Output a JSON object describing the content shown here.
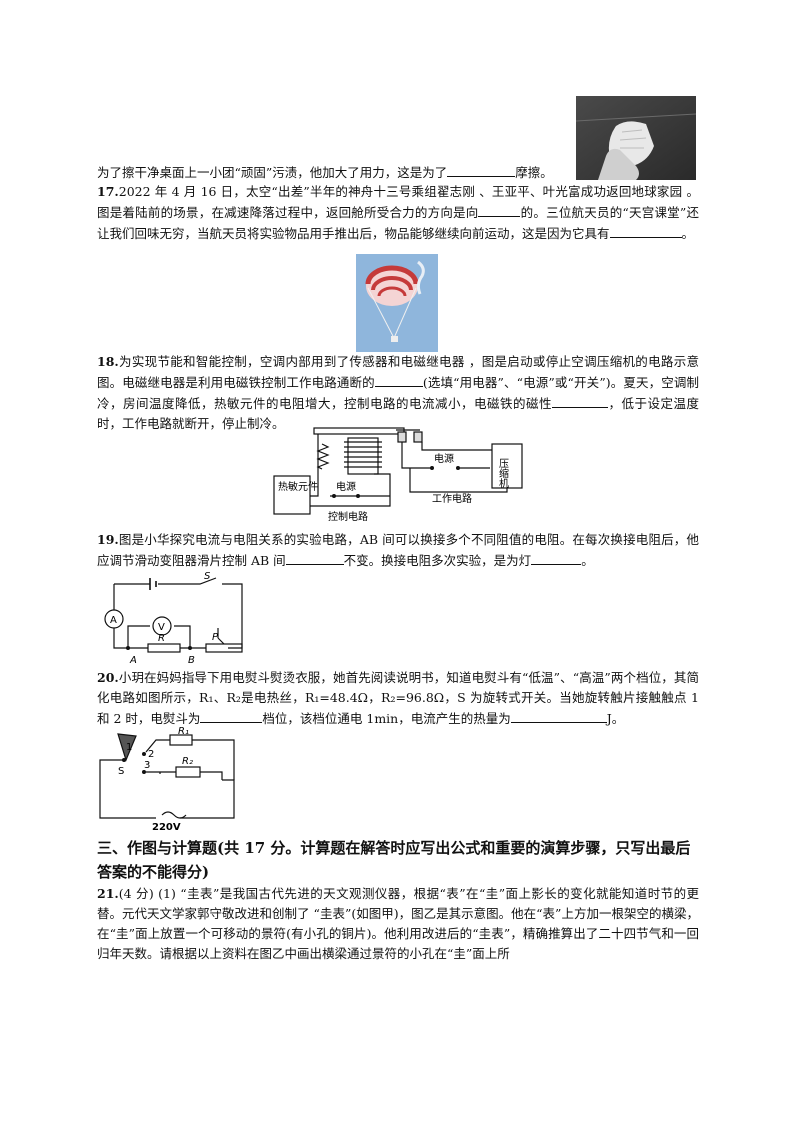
{
  "q16_tail": {
    "text": "为了擦干净桌面上一小团“顽固”污渍，他加大了用力，这是为了",
    "after": "摩擦。"
  },
  "q17": {
    "num": "17.",
    "text": "2022 年 4 月 16 日，太空“出差”半年的神舟十三号乘组翟志刚 、王亚平、叶光富成功返回地球家园 。图是着陆前的场景，在减速降落过程中，返回舱所受合力的方向是向",
    "mid": "的。三位航天员的“天宫课堂”还让我们回味无穷，当航天员将实验物品用手推出后，物品能够继续向前运动，这是因为它具有",
    "end": "。"
  },
  "q18": {
    "num": "18.",
    "text": "为实现节能和智能控制，空调内部用到了传感器和电磁继电器 ，图是启动或停止空调压缩机的电路示意图。电磁继电器是利用电磁铁控制工作电路通断的",
    "mid": "(选填“用电器”、“电源”或“开关”)。夏天，空调制冷，房间温度降低，热敏元件的电阻增大，控制电路的电流减小，电磁铁的磁性",
    "end": "，低于设定温度时，工作电路就断开，停止制冷。",
    "labels": {
      "power1": "电源",
      "compressor": "压缩机",
      "thermal": "热敏元件",
      "power2": "电源",
      "control": "控制电路",
      "work": "工作电路"
    }
  },
  "q19": {
    "num": "19.",
    "text": "图是小华探究电流与电阻关系的实验电路，AB 间可以换接多个不同阻值的电阻。在每次换接电阻后，他应调节滑动变阻器滑片控制 AB 间",
    "mid": "不变。换接电阻多次实验，是为灯",
    "end": "。",
    "labels": {
      "S": "S",
      "A": "A",
      "V": "V",
      "R": "R",
      "P": "P",
      "a": "A",
      "b": "B"
    }
  },
  "q20": {
    "num": "20.",
    "text": "小玥在妈妈指导下用电熨斗熨烫衣服，她首先阅读说明书，知道电熨斗有“低温”、“高温”两个档位，其简化电路如图所示，R₁、R₂是电热丝，R₁=48.4Ω，R₂=96.8Ω，S 为旋转式开关。当她旋转触片接触触点 1 和 2 时，电熨斗为",
    "mid": "档位，该档位通电 1min，电流产生的热量为",
    "end": "J。",
    "labels": {
      "n1": "1",
      "n2": "2",
      "n3": "3",
      "S": "S",
      "R1": "R₁",
      "R2": "R₂",
      "v": "220V"
    }
  },
  "section3": {
    "title": "三、作图与计算题(共 17 分。计算题在解答时应写出公式和重要的演算步骤，只写出最后答案的不能得分)"
  },
  "q21": {
    "num": "21.",
    "text": "(4 分) (1) “圭表”是我国古代先进的天文观测仪器，根据“表”在“圭”面上影长的变化就能知道时节的更替。元代天文学家郭守敬改进和创制了 “圭表”(如图甲)，图乙是其示意图。他在“表”上方加一根架空的横梁，在“圭”面上放置一个可移动的景符(有小孔的铜片)。他利用改进后的“圭表”，精确推算出了二十四节气和一回归年天数。请根据以上资料在图乙中画出横梁通过景符的小孔在“圭”面上所"
  }
}
